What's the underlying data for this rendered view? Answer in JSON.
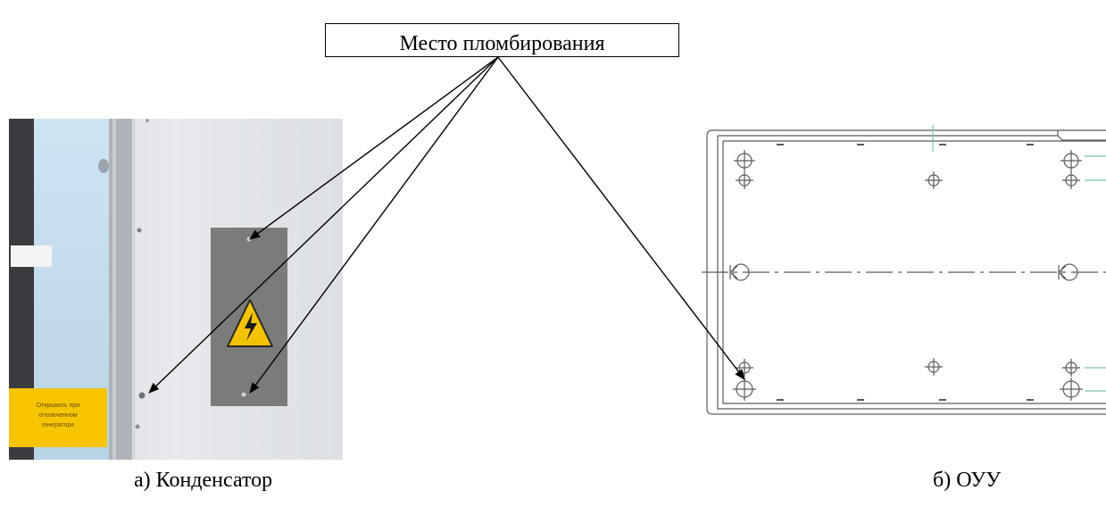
{
  "callout": {
    "label": "Место пломбирования"
  },
  "panel_a": {
    "caption": "а) Конденсатор",
    "sticker_lines": [
      "Открывать при",
      "отключенном",
      "генераторе"
    ]
  },
  "panel_b": {
    "caption": "б) ОУУ"
  },
  "colors": {
    "sticker_yellow": "#f7c400",
    "sign_plate": "#7b7b79",
    "warning_triangle": "#f3c200",
    "cabinet_panel": "#e2e4e7",
    "window_light_blue": "#c6dff0",
    "dark_frame": "#3b3b3f",
    "drawing_line": "#5a5a5a",
    "drawing_accent_green": "#7cc49a"
  }
}
